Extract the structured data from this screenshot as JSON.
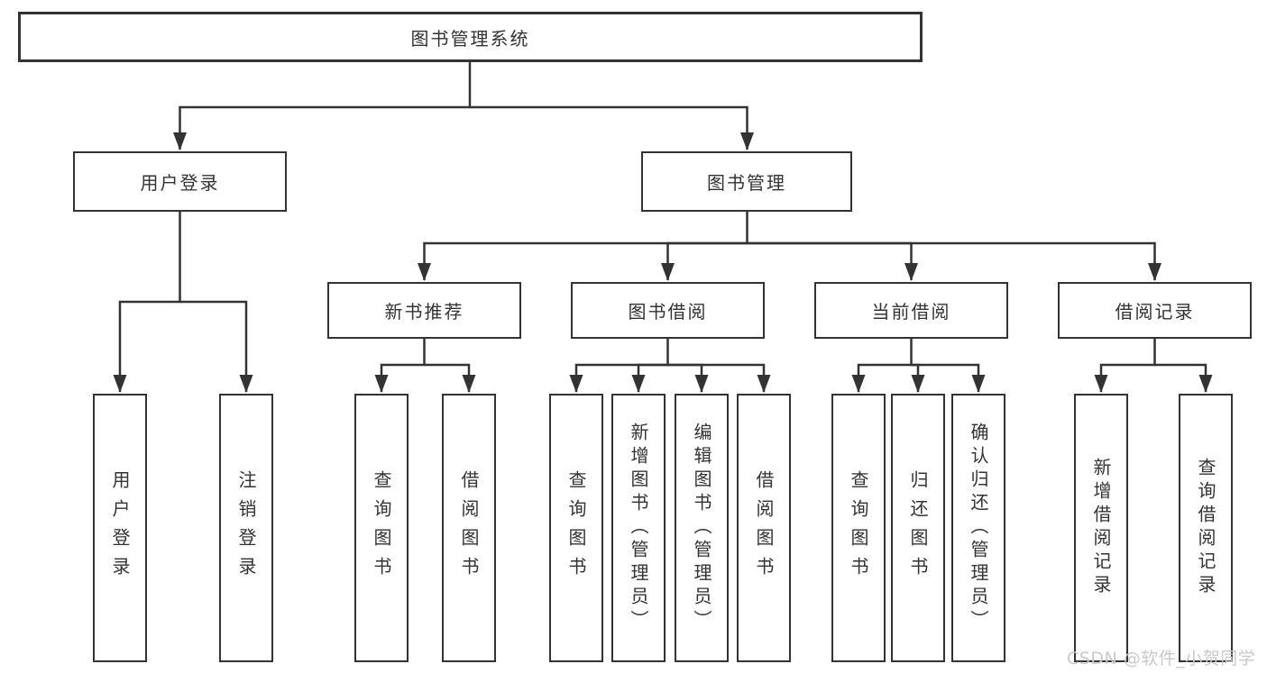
{
  "diagram_title": "图书管理系统",
  "colors": {
    "line": "#333333",
    "box_border": "#333333",
    "box_fill": "#ffffff",
    "text": "#333333",
    "watermark": "#c9c9c9",
    "background": "#ffffff"
  },
  "nodes": {
    "root": "图书管理系统",
    "user_login": "用户登录",
    "book_mgmt": "图书管理",
    "new_book_rec": "新书推荐",
    "book_borrow": "图书借阅",
    "current_borrow": "当前借阅",
    "borrow_record": "借阅记录",
    "leaf_user_login": "用户登录",
    "leaf_logout": "注销登录",
    "leaf_query_book_a": "查询图书",
    "leaf_borrow_book_a": "借阅图书",
    "leaf_query_book_b": "查询图书",
    "leaf_add_book": "新增图书（管理员）",
    "leaf_edit_book": "编辑图书（管理员）",
    "leaf_borrow_book_b": "借阅图书",
    "leaf_query_book_c": "查询图书",
    "leaf_return_book": "归还图书",
    "leaf_confirm_return": "确认归还（管理员）",
    "leaf_add_record": "新增借阅记录",
    "leaf_query_record": "查询借阅记录"
  },
  "tree": {
    "图书管理系统": {
      "用户登录": [
        "用户登录",
        "注销登录"
      ],
      "图书管理": {
        "新书推荐": [
          "查询图书",
          "借阅图书"
        ],
        "图书借阅": [
          "查询图书",
          "新增图书（管理员）",
          "编辑图书（管理员）",
          "借阅图书"
        ],
        "当前借阅": [
          "查询图书",
          "归还图书",
          "确认归还（管理员）"
        ],
        "借阅记录": [
          "新增借阅记录",
          "查询借阅记录"
        ]
      }
    }
  },
  "watermark": "CSDN @软件_小贺同学"
}
